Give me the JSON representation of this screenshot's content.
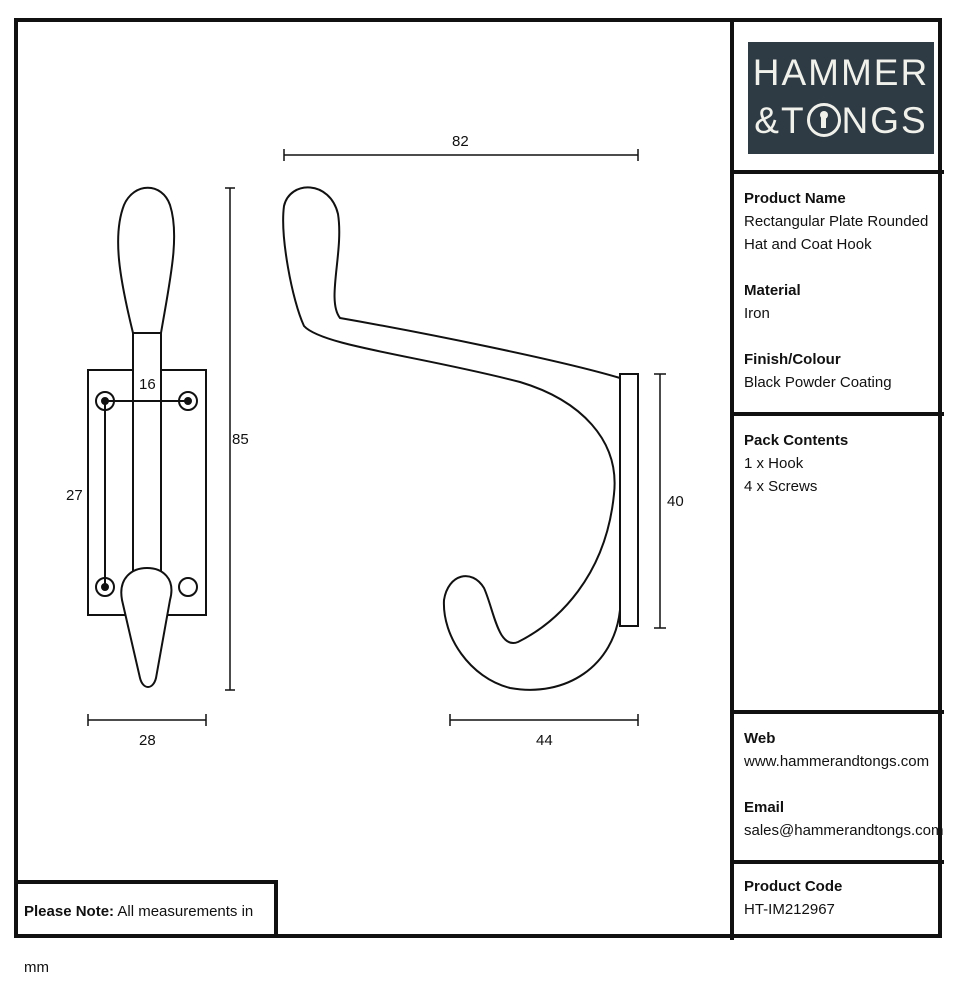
{
  "brand": {
    "line1": "HAMMER",
    "line2_prefix": "&",
    "line2_a": "T",
    "line2_b": "NGS",
    "bg_color": "#2f3b44",
    "text_color": "#f1f1ec"
  },
  "product": {
    "name_label": "Product Name",
    "name_line1": "Rectangular Plate Rounded",
    "name_line2": "Hat and Coat Hook",
    "material_label": "Material",
    "material": "Iron",
    "finish_label": "Finish/Colour",
    "finish": "Black Powder Coating"
  },
  "pack": {
    "label": "Pack Contents",
    "items": [
      "1 x Hook",
      "4 x Screws"
    ]
  },
  "contact": {
    "web_label": "Web",
    "web": "www.hammerandtongs.com",
    "email_label": "Email",
    "email": "sales@hammerandtongs.com"
  },
  "code": {
    "label": "Product Code",
    "value": "HT-IM212967"
  },
  "note": {
    "label": "Please Note:",
    "text": " All measurements in mm"
  },
  "dimensions": {
    "front_height": "85",
    "front_width": "28",
    "hole_spacing_h": "16",
    "hole_spacing_v": "27",
    "side_width": "82",
    "side_depth": "44",
    "plate_height": "40"
  }
}
